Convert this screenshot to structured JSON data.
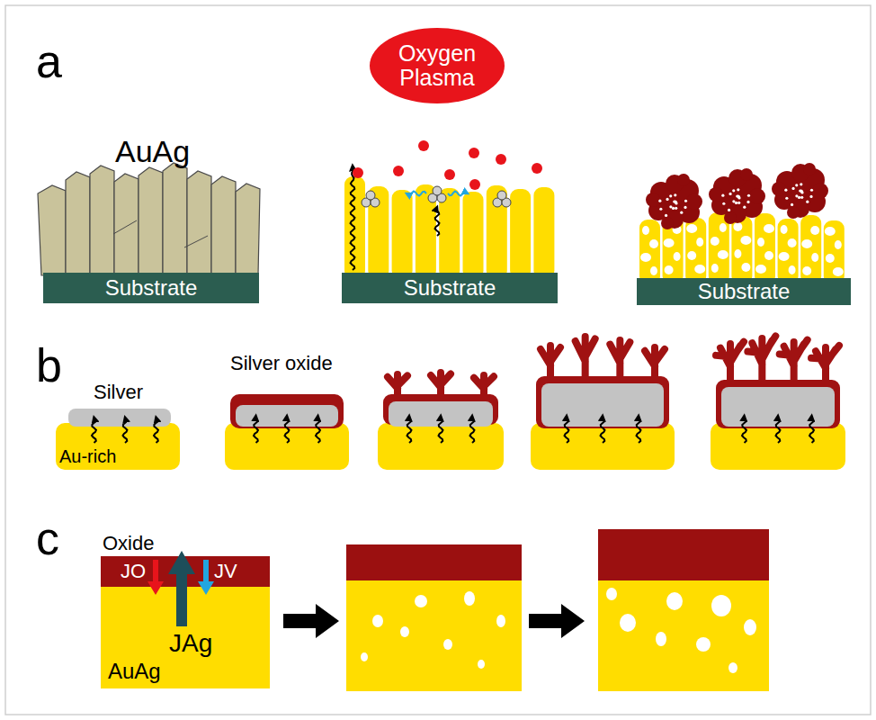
{
  "diagram": {
    "nodes": [
      {
        "text": [
          "Oxygen Plasma"
        ]
      },
      {
        "text": [
          "Substrate"
        ]
      },
      {
        "text": [
          "Substrate"
        ]
      },
      {
        "text": [
          "Substrate"
        ]
      },
      {
        "text": [
          "Oxide"
        ]
      },
      {
        "text": [
          "AuAg"
        ]
      }
    ],
    "labels": [
      "a",
      "AuAg",
      "b",
      "Silver",
      "Silver oxide",
      "Au-rich",
      "c",
      "JO",
      "JV",
      "JAg"
    ]
  }
}
